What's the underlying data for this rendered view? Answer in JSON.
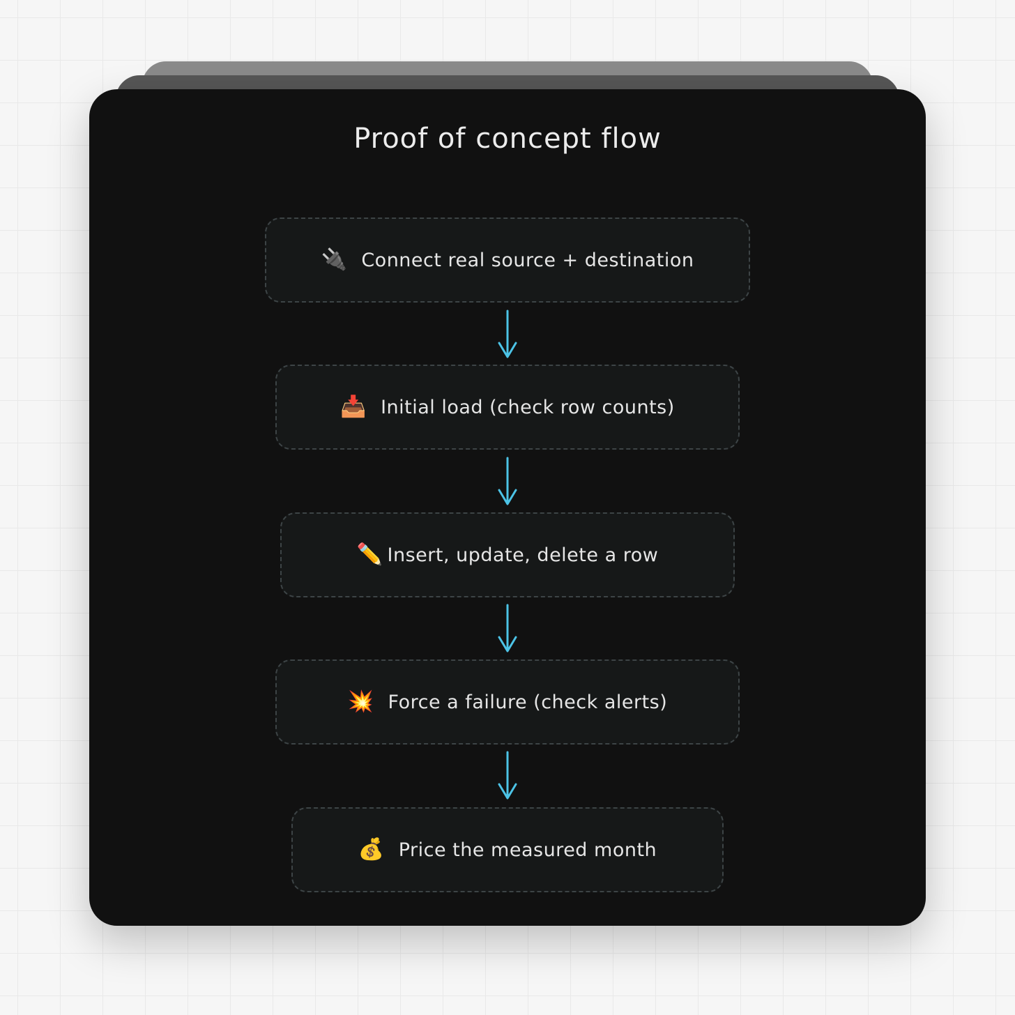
{
  "diagram": {
    "title": "Proof of concept flow",
    "steps": [
      {
        "icon": "🔌",
        "icon_name": "plug-icon",
        "label": "Connect real source + destination"
      },
      {
        "icon": "📥",
        "icon_name": "inbox-tray-icon",
        "label": "Initial load (check row counts)"
      },
      {
        "icon": "✏️",
        "icon_name": "pencil-icon",
        "label": "Insert, update, delete a row"
      },
      {
        "icon": "💥",
        "icon_name": "collision-icon",
        "label": "Force a failure (check alerts)"
      },
      {
        "icon": "💰",
        "icon_name": "money-bag-icon",
        "label": "Price the measured month"
      }
    ]
  },
  "colors": {
    "card_background": "#111111",
    "step_background": "#161818",
    "step_border": "#3d4446",
    "arrow": "#4cc3e6",
    "text": "#e6e6e6"
  }
}
